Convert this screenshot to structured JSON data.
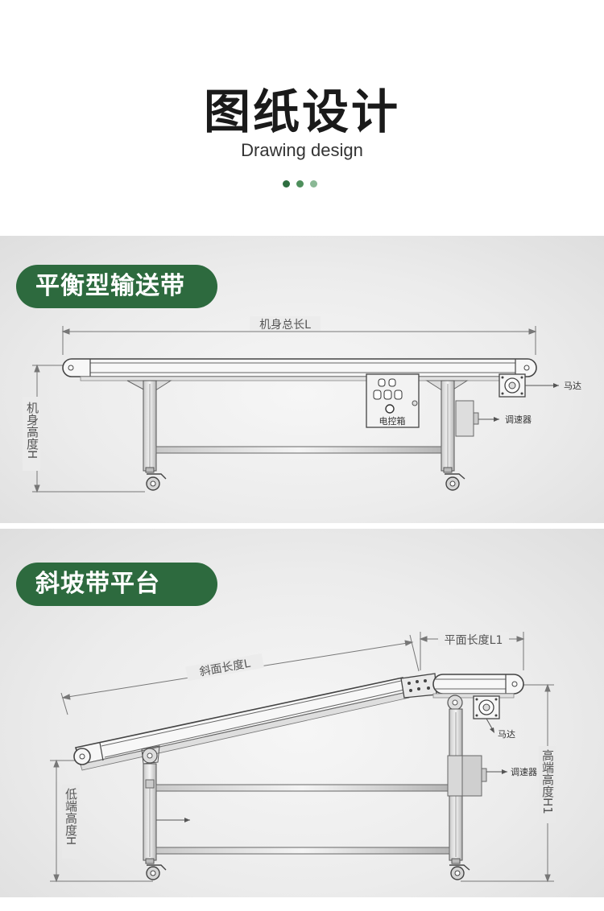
{
  "header": {
    "title": "图纸设计",
    "subtitle": "Drawing design",
    "dot_colors": [
      "#2e6e40",
      "#4e8f5c",
      "#8ab895"
    ]
  },
  "accent_color": "#2d6a3e",
  "section1": {
    "tag": "平衡型输送带",
    "total_length_label": "机身总长L",
    "height_label": "机身高度H",
    "control_box_label": "电控箱",
    "motor_label": "马达",
    "speed_control_label": "调速器"
  },
  "section2": {
    "tag": "斜坡带平台",
    "slope_length_label": "斜面长度L",
    "flat_length_label": "平面长度L1",
    "low_height_label": "低端高度H",
    "high_height_label": "高端高度H1",
    "motor_label": "马达",
    "speed_control_label": "调速器"
  }
}
